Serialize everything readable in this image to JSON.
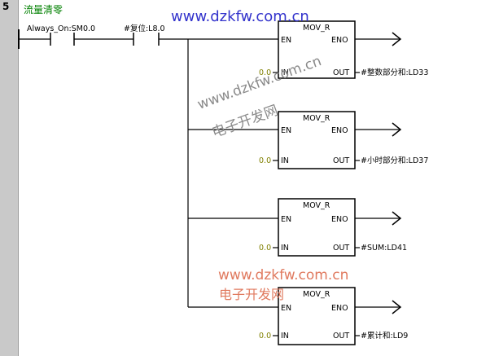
{
  "rung": {
    "number": "5",
    "title": "流量清零"
  },
  "contacts": [
    {
      "label": "Always_On:SM0.0"
    },
    {
      "label": "#复位:L8.0"
    }
  ],
  "blocks": [
    {
      "title": "MOV_R",
      "en": "EN",
      "eno": "ENO",
      "in_label": "IN",
      "out_label": "OUT",
      "in_value": "0.0",
      "out_value": "#整数部分和:LD33"
    },
    {
      "title": "MOV_R",
      "en": "EN",
      "eno": "ENO",
      "in_label": "IN",
      "out_label": "OUT",
      "in_value": "0.0",
      "out_value": "#小时部分和:LD37"
    },
    {
      "title": "MOV_R",
      "en": "EN",
      "eno": "ENO",
      "in_label": "IN",
      "out_label": "OUT",
      "in_value": "0.0",
      "out_value": "#SUM:LD41"
    },
    {
      "title": "MOV_R",
      "en": "EN",
      "eno": "ENO",
      "in_label": "IN",
      "out_label": "OUT",
      "in_value": "0.0",
      "out_value": "#累计和:LD9"
    }
  ],
  "watermarks": {
    "top_url": "www.dzkfw.com.cn",
    "diag_url": "www.dzkfw.com.cn",
    "diag_cn": "电子开发网",
    "bottom_url": "www.dzkfw.com.cn",
    "bottom_cn": "电子开发网"
  },
  "colors": {
    "gutter": "#c9c9c9",
    "title_green": "#008000",
    "in_value_olive": "#808000",
    "watermark_blue": "#3333cc",
    "watermark_red": "#e07a5f"
  }
}
